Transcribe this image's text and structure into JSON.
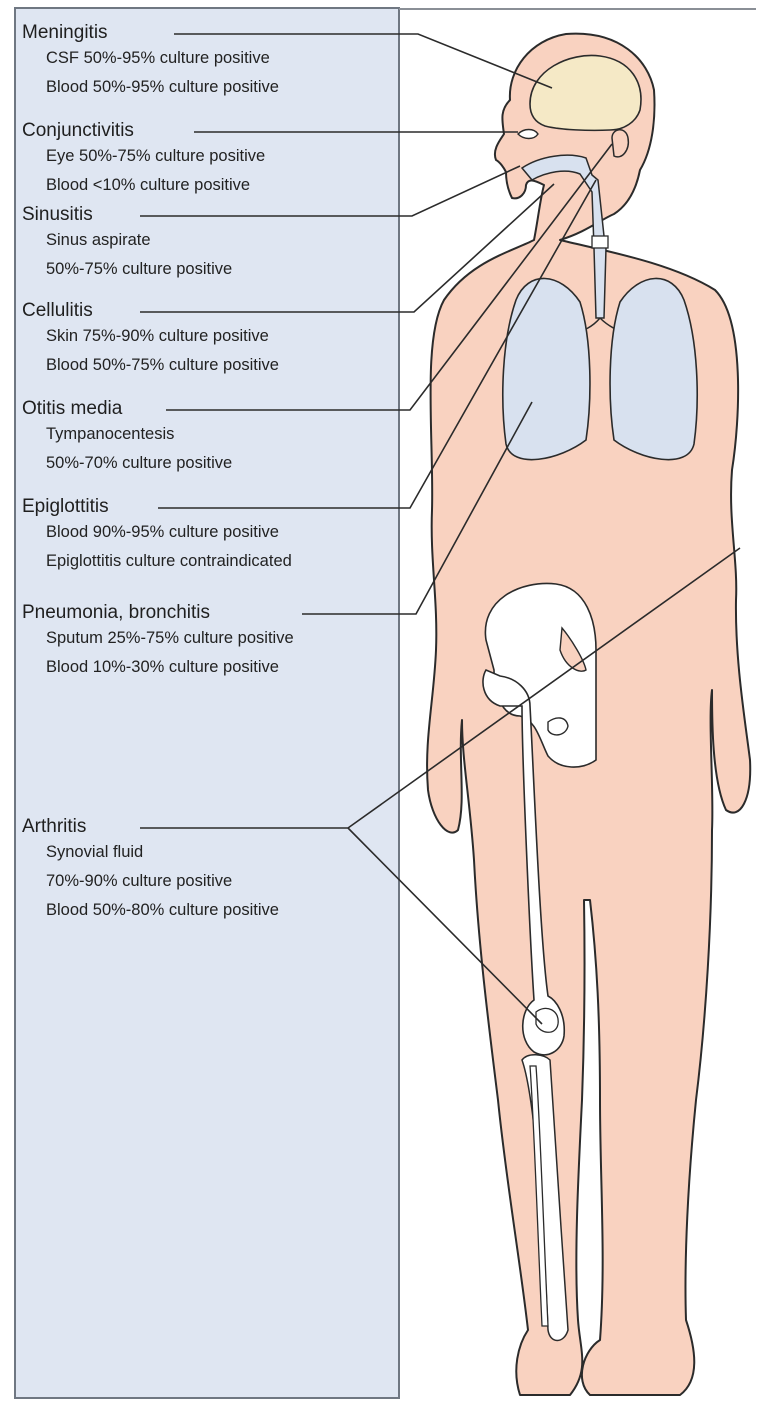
{
  "colors": {
    "panel": "#dfe6f2",
    "panel_border": "#6f7782",
    "skin": "#f9d2c0",
    "lung": "#d8e1ef",
    "brain": "#f5e9c6",
    "bone": "#ffffff",
    "outline": "#2b2b2b"
  },
  "conditions": [
    {
      "name": "Meningitis",
      "details": [
        "CSF 50%-95% culture positive",
        "Blood 50%-95% culture positive"
      ]
    },
    {
      "name": "Conjunctivitis",
      "details": [
        "Eye 50%-75% culture positive",
        "Blood <10% culture positive"
      ]
    },
    {
      "name": "Sinusitis",
      "details": [
        "Sinus aspirate",
        "50%-75% culture positive"
      ]
    },
    {
      "name": "Cellulitis",
      "details": [
        "Skin 75%-90% culture positive",
        "Blood 50%-75% culture positive"
      ]
    },
    {
      "name": "Otitis media",
      "details": [
        "Tympanocentesis",
        "50%-70% culture positive"
      ]
    },
    {
      "name": "Epiglottitis",
      "details": [
        "Blood 90%-95% culture positive",
        "Epiglottitis culture contraindicated"
      ]
    },
    {
      "name": "Pneumonia, bronchitis",
      "details": [
        "Sputum 25%-75% culture positive",
        "Blood 10%-30% culture positive"
      ]
    },
    {
      "name": "Arthritis",
      "details": [
        "Synovial fluid",
        "70%-90% culture positive",
        "Blood 50%-80% culture positive"
      ]
    }
  ]
}
